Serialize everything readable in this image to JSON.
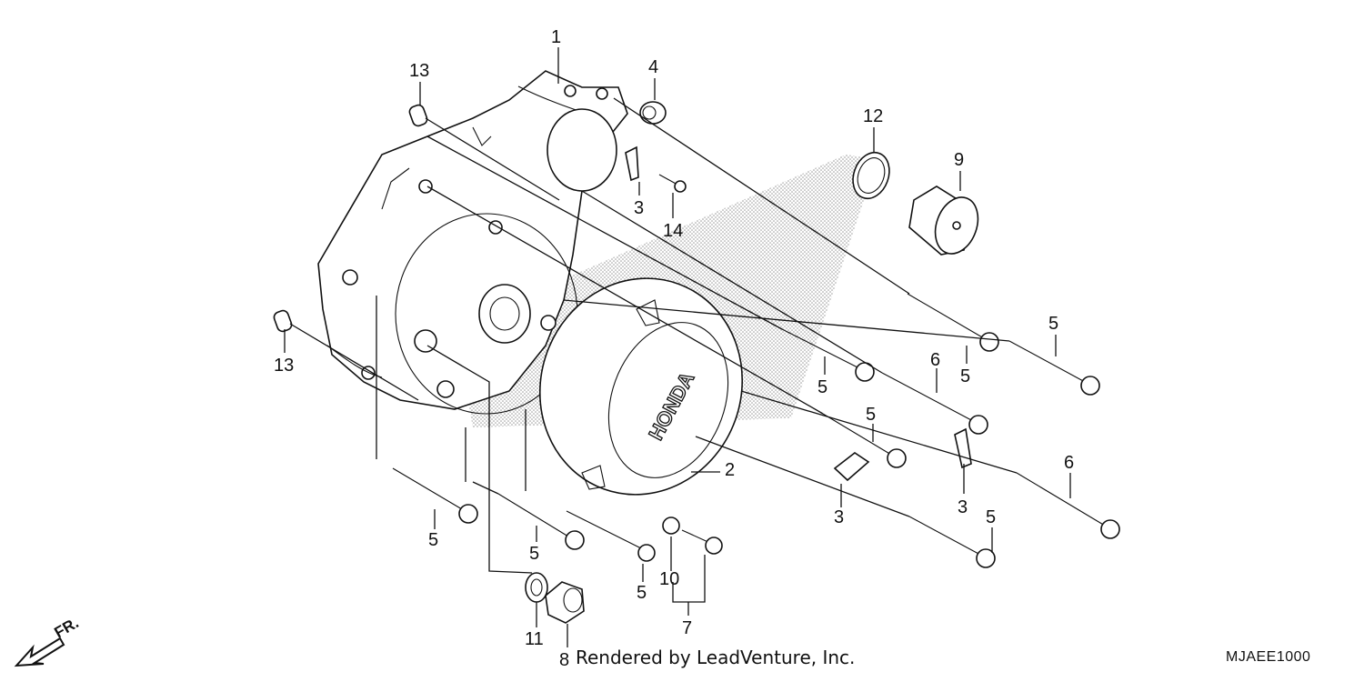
{
  "callouts": {
    "c1": "1",
    "c2": "2",
    "c3a": "3",
    "c3b": "3",
    "c3c": "3",
    "c4": "4",
    "c5a": "5",
    "c5b": "5",
    "c5c": "5",
    "c5d": "5",
    "c5e": "5",
    "c5f": "5",
    "c5g": "5",
    "c5h": "5",
    "c6a": "6",
    "c6b": "6",
    "c7": "7",
    "c8": "8",
    "c9": "9",
    "c10": "10",
    "c11": "11",
    "c12": "12",
    "c13a": "13",
    "c13b": "13",
    "c14": "14"
  },
  "footer": {
    "credit": "Rendered by LeadVenture, Inc.",
    "diagram_code": "MJAEE1000",
    "direction_label": "FR.",
    "cover_logo": "HONDA"
  }
}
